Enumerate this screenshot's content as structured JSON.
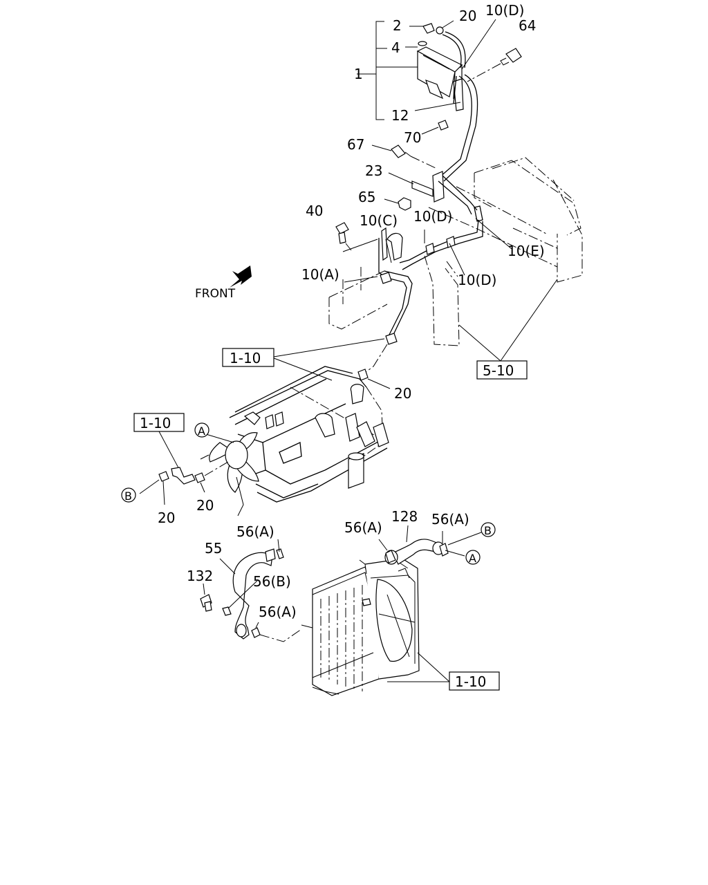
{
  "labels": {
    "p2": "2",
    "p20_top": "20",
    "p10d_top": "10(D)",
    "p64": "64",
    "p4": "4",
    "p1": "1",
    "p12": "12",
    "p70": "70",
    "p67": "67",
    "p23": "23",
    "p65": "65",
    "p40": "40",
    "p10c": "10(C)",
    "p10d_mid": "10(D)",
    "p10e": "10(E)",
    "p10a": "10(A)",
    "p10d_low": "10(D)",
    "front": "FRONT",
    "ref_1_10_a": "1-10",
    "ref_5_10": "5-10",
    "p20_mid": "20",
    "ref_1_10_b": "1-10",
    "callout_a": "A",
    "callout_b": "B",
    "p20_left1": "20",
    "p20_left2": "20",
    "p56a_1": "56(A)",
    "p55": "55",
    "p56a_2": "56(A)",
    "p128": "128",
    "p56a_3": "56(A)",
    "callout_b2": "B",
    "callout_a2": "A",
    "p132": "132",
    "p56b": "56(B)",
    "p56a_4": "56(A)",
    "ref_1_10_c": "1-10"
  }
}
